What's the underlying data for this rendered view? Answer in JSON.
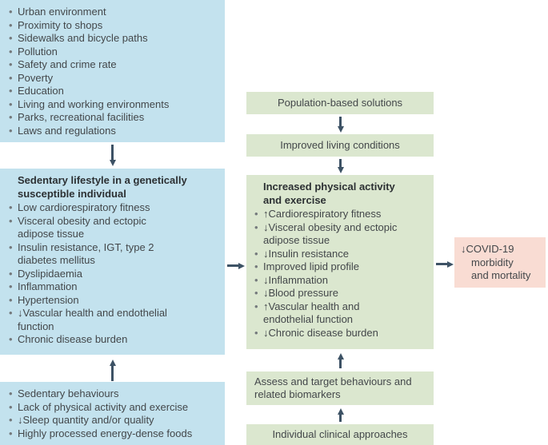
{
  "colors": {
    "blue": "#c3e2ee",
    "green": "#dbe7cf",
    "pink": "#f9dcd3",
    "arrow": "#3d5265",
    "text": "#43474a",
    "heading": "#2c3033",
    "bullet": "#74797c"
  },
  "boxes": {
    "environment": {
      "items": [
        "Urban environment",
        "Proximity to shops",
        "Sidewalks and bicycle paths",
        "Pollution",
        "Safety and crime rate",
        "Poverty",
        "Education",
        "Living and working environments",
        "Parks, recreational facilities",
        "Laws and regulations"
      ]
    },
    "sedentary": {
      "title": "Sedentary lifestyle in a genetically susceptible individual",
      "items": [
        "Low cardiorespiratory fitness",
        "Visceral obesity and ectopic adipose tissue",
        "Insulin resistance, IGT, type 2 diabetes mellitus",
        "Dyslipidaemia",
        "Inflammation",
        "Hypertension",
        "↓Vascular health and endothelial function",
        "Chronic disease burden"
      ]
    },
    "behaviours": {
      "items": [
        "Sedentary behaviours",
        "Lack of physical activity and exercise",
        "↓Sleep quantity and/or quality",
        "Highly processed energy-dense foods"
      ]
    },
    "population": {
      "label": "Population-based solutions"
    },
    "living": {
      "label": "Improved living conditions"
    },
    "activity": {
      "title": "Increased physical activity and exercise",
      "items": [
        "↑Cardiorespiratory fitness",
        "↓Visceral obesity and ectopic adipose tissue",
        "↓Insulin resistance",
        "Improved lipid profile",
        "↓Inflammation",
        "↓Blood pressure",
        "↑Vascular health and endothelial function",
        "↓Chronic disease burden"
      ]
    },
    "assess": {
      "label": "Assess and target behaviours and related biomarkers"
    },
    "clinical": {
      "label": "Individual clinical approaches"
    },
    "covid": {
      "lines": [
        "↓COVID-19",
        "morbidity",
        "and mortality"
      ]
    }
  }
}
